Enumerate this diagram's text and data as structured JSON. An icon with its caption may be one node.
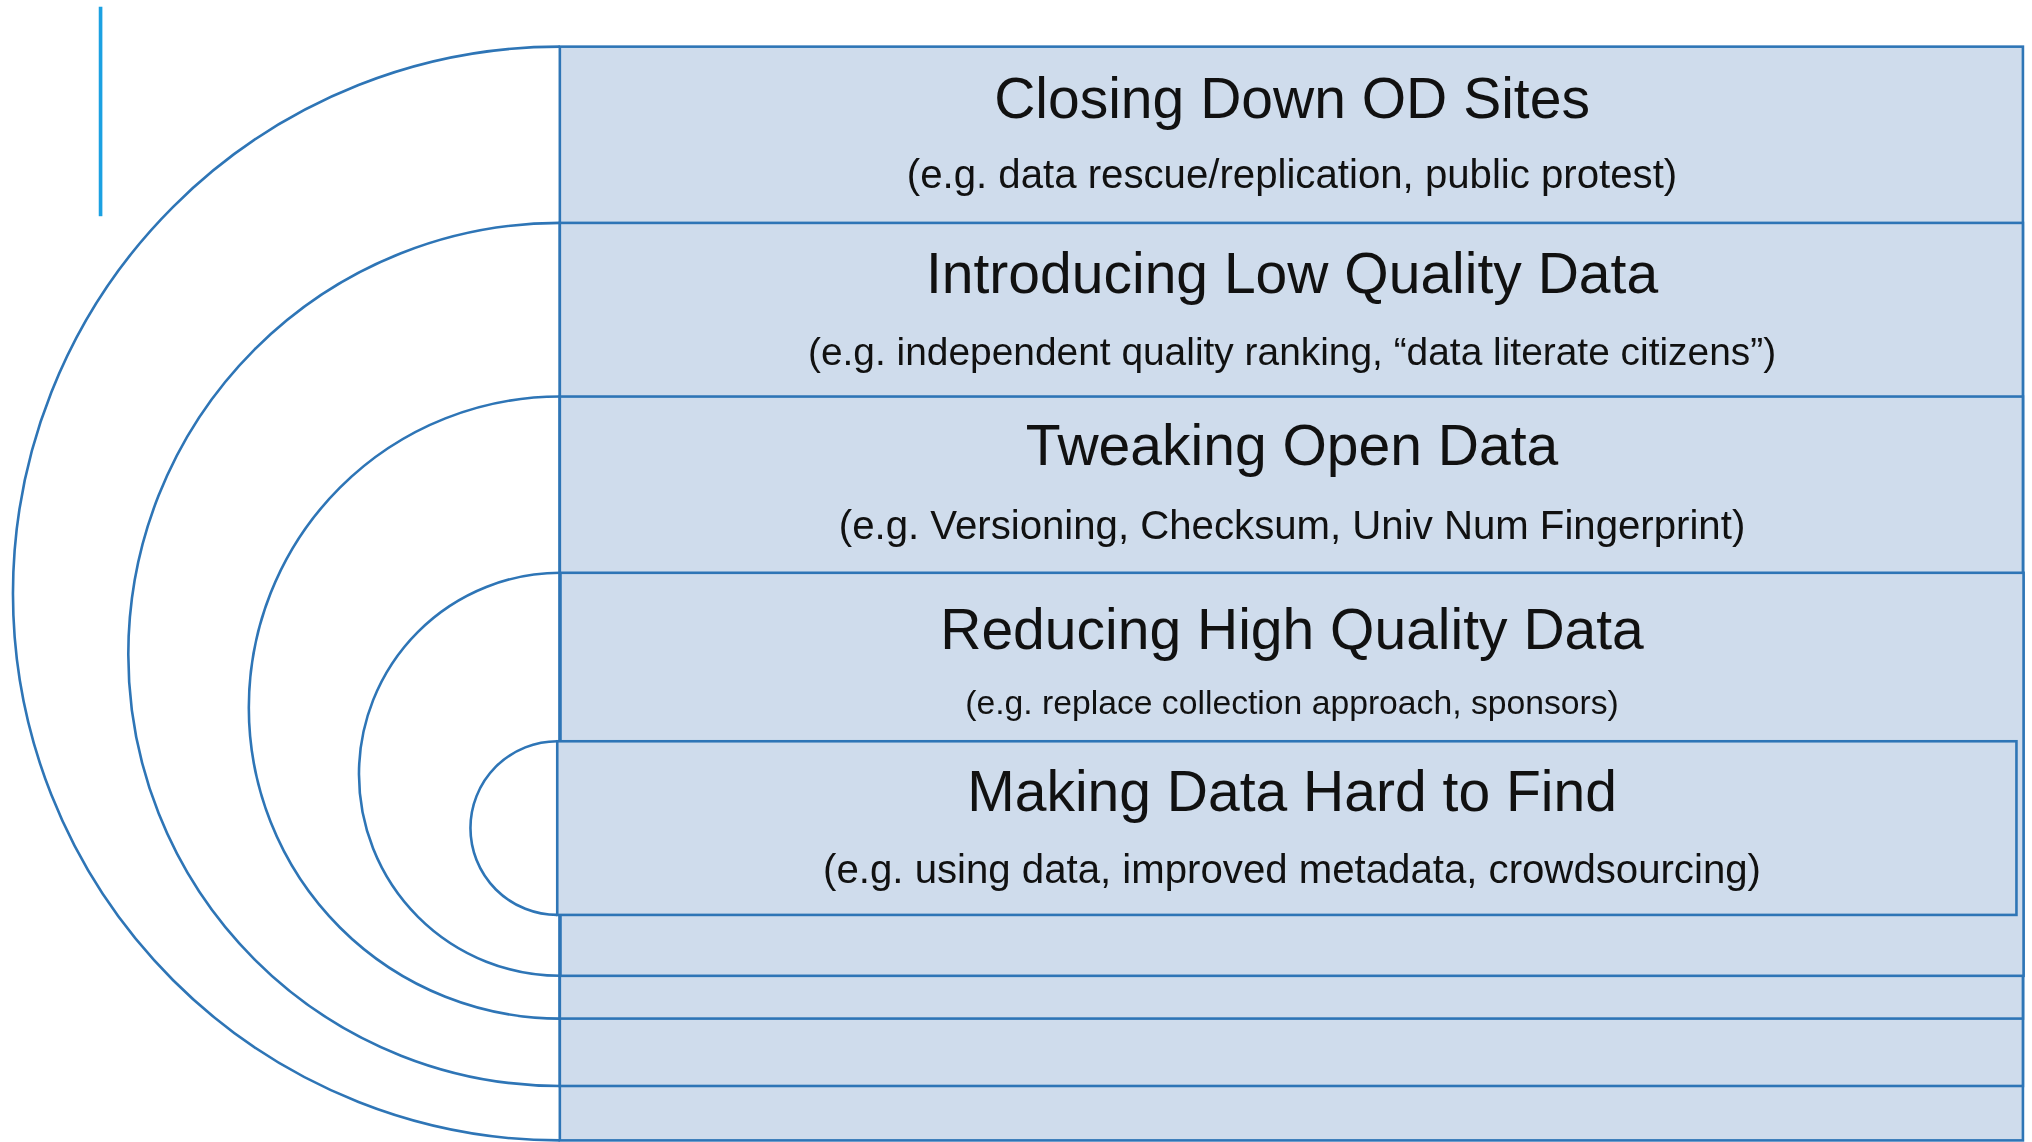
{
  "diagram": {
    "nodes": [
      {
        "text": [
          "Closing Down OD Sites",
          "(e.g. data rescue/replication, public protest)"
        ]
      },
      {
        "text": [
          "Introducing Low Quality Data",
          "(e.g. independent quality ranking, “data literate citizens”)"
        ],
        "in": 0
      },
      {
        "text": [
          "Tweaking Open Data",
          "(e.g. Versioning, Checksum, Univ Num Fingerprint)"
        ],
        "in": 1
      },
      {
        "text": [
          "Reducing High Quality Data",
          "(e.g. replace collection approach, sponsors)"
        ],
        "in": 2
      },
      {
        "text": [
          "Making Data Hard to Find",
          "(e.g. using data, improved metadata, crowdsourcing)"
        ],
        "in": 3
      }
    ]
  }
}
